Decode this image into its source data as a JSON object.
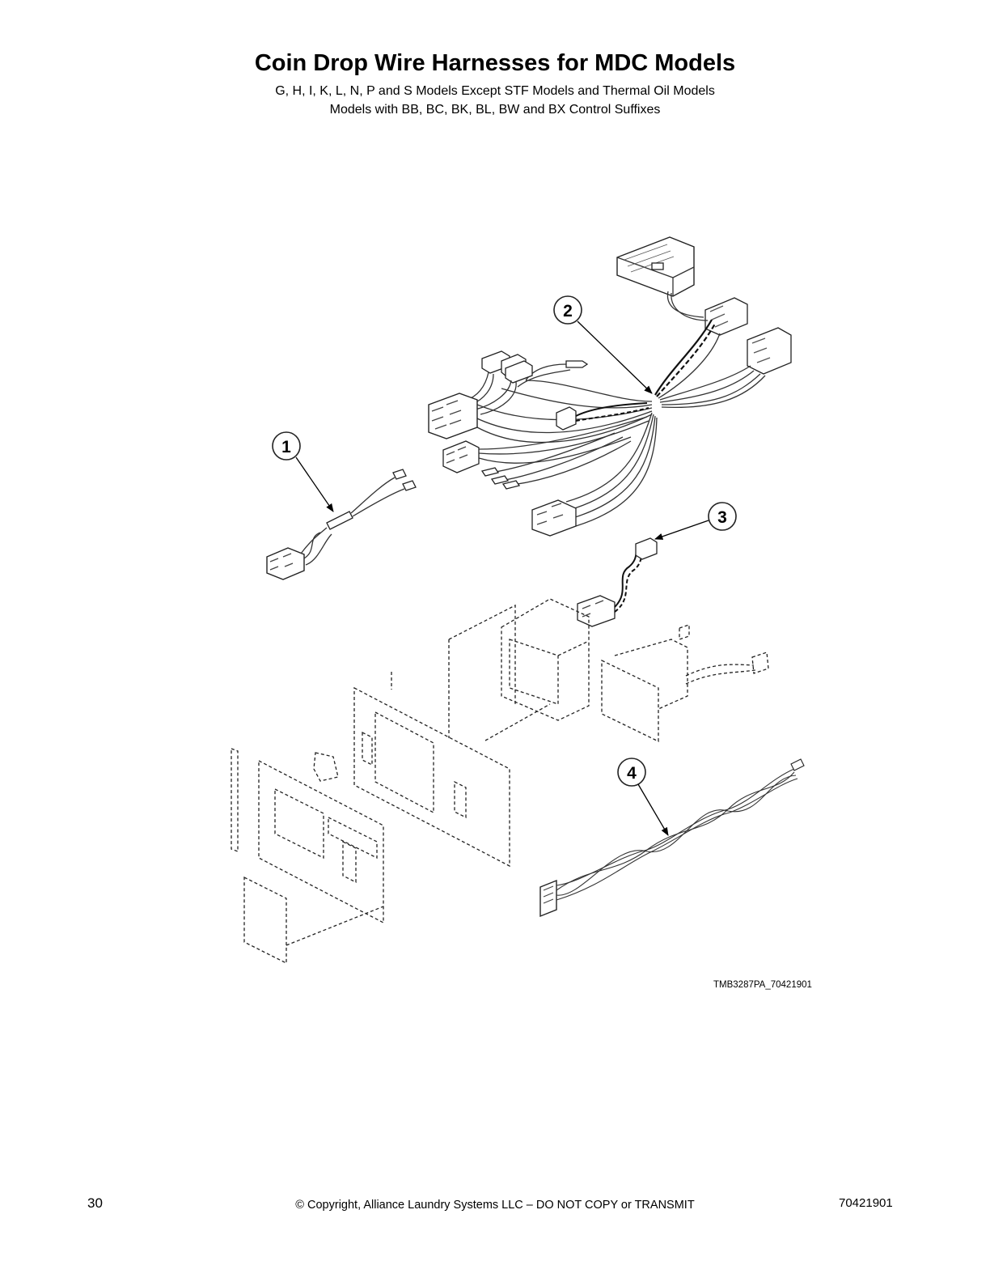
{
  "header": {
    "title": "Coin Drop Wire Harnesses for MDC Models",
    "subtitle_line1": "G, H, I, K, L, N, P and S Models Except STF Models and Thermal Oil Models",
    "subtitle_line2": "Models with BB, BC, BK, BL, BW and BX Control Suffixes"
  },
  "diagram": {
    "callouts": [
      {
        "label": "1"
      },
      {
        "label": "2"
      },
      {
        "label": "3"
      },
      {
        "label": "4"
      }
    ],
    "figure_code": "TMB3287PA_70421901"
  },
  "footer": {
    "page_number": "30",
    "copyright": "© Copyright, Alliance Laundry Systems LLC – DO NOT COPY or TRANSMIT",
    "doc_number": "70421901"
  }
}
